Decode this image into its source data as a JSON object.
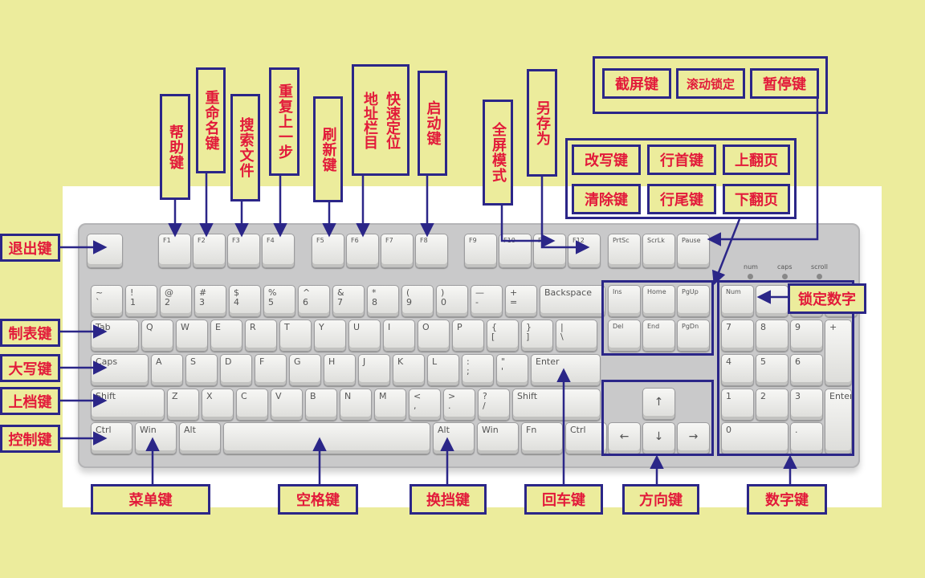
{
  "keyboard": {
    "esc_row": {
      "esc": "",
      "f_keys": [
        "F1",
        "F2",
        "F3",
        "F4",
        "F5",
        "F6",
        "F7",
        "F8",
        "F9",
        "F10",
        "F11",
        "F12"
      ],
      "control": [
        "PrtSc",
        "ScrLk",
        "Pause"
      ]
    },
    "num_row": [
      "~\n`",
      "!\n1",
      "@\n2",
      "#\n3",
      "$\n4",
      "%\n5",
      "^\n6",
      "&\n7",
      "*\n8",
      "(\n9",
      ")\n0",
      "—\n-",
      "+\n=",
      "Backspace"
    ],
    "tab_row": [
      "Tab",
      "Q",
      "W",
      "E",
      "R",
      "T",
      "Y",
      "U",
      "I",
      "O",
      "P",
      "{\n[",
      "}\n]",
      "|\n\\"
    ],
    "caps_row": [
      "Caps",
      "A",
      "S",
      "D",
      "F",
      "G",
      "H",
      "J",
      "K",
      "L",
      ":\n;",
      "\"\n'",
      "Enter"
    ],
    "shift_row": [
      "Shift",
      "Z",
      "X",
      "C",
      "V",
      "B",
      "N",
      "M",
      "<\n,",
      ">\n.",
      "?\n/",
      "Shift"
    ],
    "ctrl_row": [
      "Ctrl",
      "Win",
      "Alt",
      "",
      "Alt",
      "Win",
      "Fn",
      "Ctrl"
    ],
    "nav": [
      "Ins",
      "Home",
      "PgUp",
      "Del",
      "End",
      "PgDn"
    ],
    "arrows": [
      "↑",
      "←",
      "↓",
      "→"
    ],
    "numpad": [
      "Num",
      "",
      "",
      "",
      "7",
      "8",
      "9",
      "+",
      "4",
      "5",
      "6",
      "1",
      "2",
      "3",
      "Enter",
      "0",
      "."
    ],
    "leds": [
      "num",
      "caps",
      "scroll"
    ]
  },
  "labels": {
    "esc": "退出键",
    "tab": "制表键",
    "caps": "大写键",
    "shift": "上档键",
    "ctrl": "控制键",
    "help": "帮助键",
    "rename": "重命名键",
    "search": "搜索文件",
    "undo": "重复上一步",
    "refresh": "刷新键",
    "address": "地址栏目",
    "locate": "快速定位",
    "launch": "启动键",
    "fullscreen": "全屏模式",
    "saveas": "另存为",
    "screenshot": "截屏键",
    "scroll_lock": "滚动锁定",
    "pause": "暂停键",
    "insert": "改写键",
    "home": "行首键",
    "pgup": "上翻页",
    "delete": "清除键",
    "end": "行尾键",
    "pgdn": "下翻页",
    "numlock": "锁定数字",
    "menu": "菜单键",
    "space": "空格键",
    "alt": "换挡键",
    "enter": "回车键",
    "direction": "方向键",
    "numpad": "数字键"
  },
  "colors": {
    "background": "#ecec9c",
    "label_border": "#2b2688",
    "label_text": "#e21a3a",
    "arrow": "#2b2688"
  }
}
